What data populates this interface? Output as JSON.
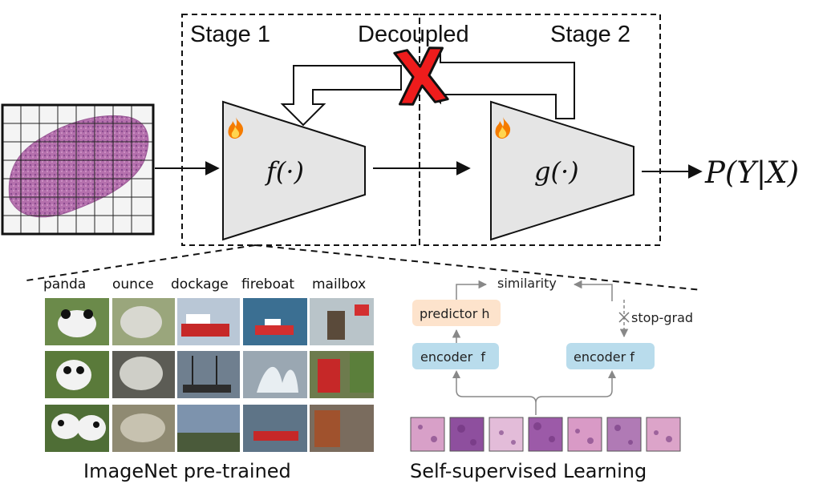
{
  "stage1_label": "Stage 1",
  "stage2_label": "Stage 2",
  "decoupled_label": "Decoupled",
  "f_label": "f(·)",
  "g_label": "g(·)",
  "output_label": "P(Y|X)",
  "class_labels": [
    "panda",
    "ounce",
    "dockage",
    "fireboat",
    "mailbox"
  ],
  "imagenet_caption": "ImageNet pre-trained",
  "ssl_caption": "Self-supervised Learning",
  "similarity_label": "similarity",
  "predictor_label": "predictor h",
  "encoder_left_label": "encoder  f",
  "encoder_right_label": "encoder f",
  "stopgrad_label": "stop-grad",
  "icons": {
    "fire": "fire-icon",
    "cross": "red-x-icon",
    "cross_small": "small-x-icon"
  },
  "colors": {
    "trapezoid_fill": "#e5e5e5",
    "predictor_fill": "#fde3cc",
    "encoder_fill": "#b9dcec",
    "cross_red": "#ee1c1c",
    "tissue": "#b06aa8"
  }
}
